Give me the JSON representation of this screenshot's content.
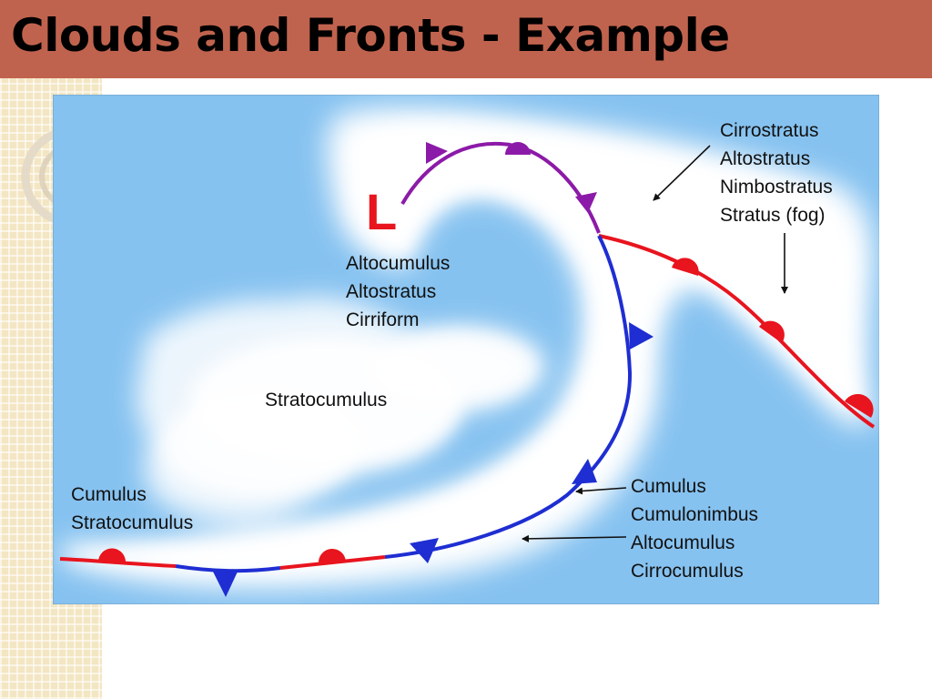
{
  "slide": {
    "title": "Clouds and Fronts - Example"
  },
  "diagram": {
    "low_pressure_symbol": "L",
    "labels": {
      "warm_front_clouds": [
        "Cirrostratus",
        "Altostratus",
        "Nimbostratus",
        "Stratus (fog)"
      ],
      "occluded_front_clouds": [
        "Altocumulus",
        "Altostratus",
        "Cirriform"
      ],
      "interior_clouds": [
        "Stratocumulus"
      ],
      "western_clouds": [
        "Cumulus",
        "Stratocumulus"
      ],
      "cold_front_clouds": [
        "Cumulus",
        "Cumulonimbus",
        "Altocumulus",
        "Cirrocumulus"
      ]
    },
    "colors": {
      "sky": "#86c2f0",
      "cloud": "#ffffff",
      "warm_front": "#e8141e",
      "cold_front": "#1e2ed2",
      "occluded_front": "#8c1aa8",
      "low_symbol": "#e8141e",
      "title_bar": "#c0634e"
    }
  }
}
